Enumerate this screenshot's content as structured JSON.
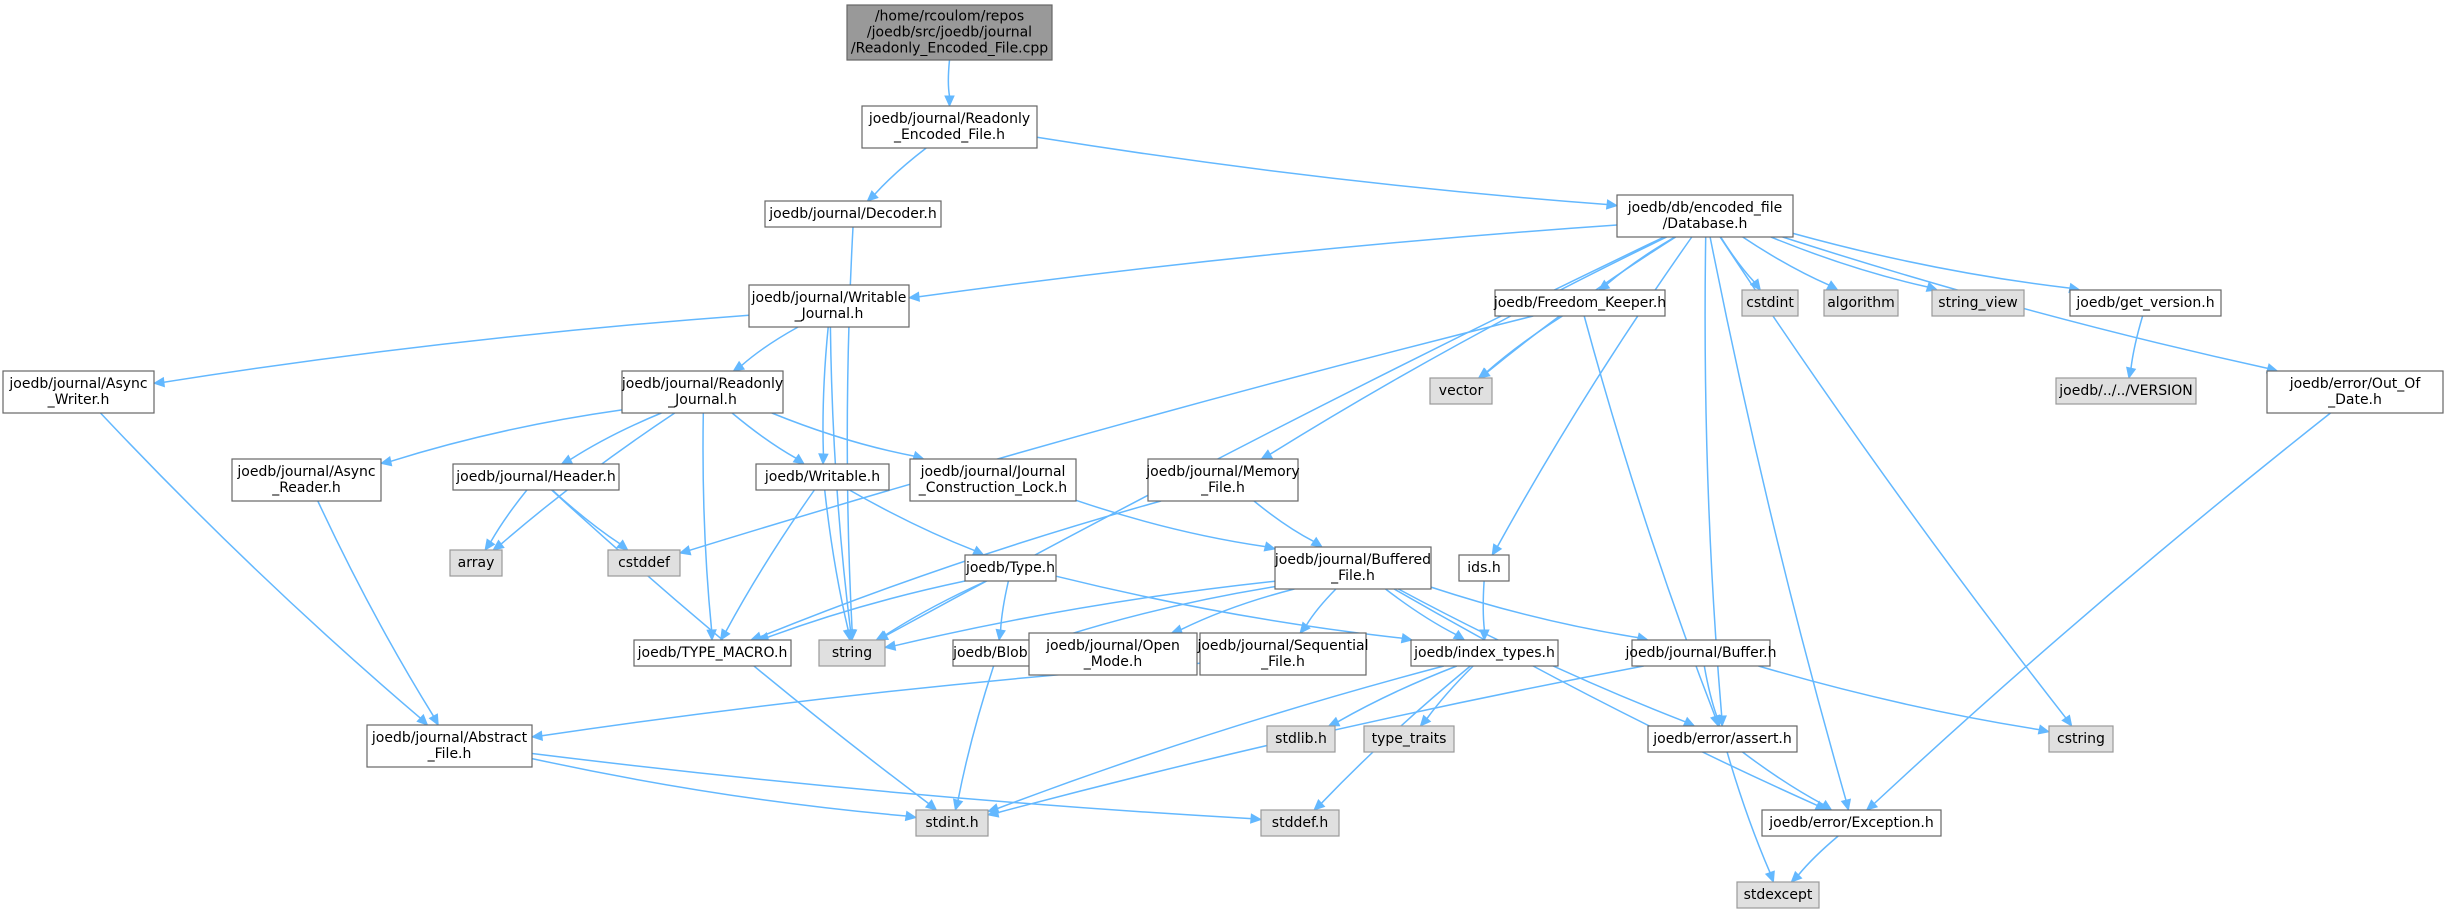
{
  "diagram": {
    "colors": {
      "edge": "#63b8ff",
      "root_fill": "#999999",
      "node_fill": "#ffffff",
      "system_fill": "#e0e0e0",
      "border": "#666666"
    },
    "nodes": [
      {
        "id": "root",
        "kind": "root",
        "lines": [
          "/home/rcoulom/repos",
          "/joedb/src/joedb/journal",
          "/Readonly_Encoded_File.cpp"
        ]
      },
      {
        "id": "roef_h",
        "kind": "local",
        "lines": [
          "joedb/journal/Readonly",
          "_Encoded_File.h"
        ]
      },
      {
        "id": "decoder",
        "kind": "local",
        "lines": [
          "joedb/journal/Decoder.h"
        ]
      },
      {
        "id": "encdb",
        "kind": "local",
        "lines": [
          "joedb/db/encoded_file",
          "/Database.h"
        ]
      },
      {
        "id": "wj",
        "kind": "local",
        "lines": [
          "joedb/journal/Writable",
          "_Journal.h"
        ]
      },
      {
        "id": "fk",
        "kind": "local",
        "lines": [
          "joedb/Freedom_Keeper.h"
        ]
      },
      {
        "id": "cstdint",
        "kind": "sys",
        "lines": [
          "cstdint"
        ]
      },
      {
        "id": "algorithm",
        "kind": "sys",
        "lines": [
          "algorithm"
        ]
      },
      {
        "id": "string_view",
        "kind": "sys",
        "lines": [
          "string_view"
        ]
      },
      {
        "id": "getver",
        "kind": "local",
        "lines": [
          "joedb/get_version.h"
        ]
      },
      {
        "id": "versionf",
        "kind": "sys",
        "lines": [
          "joedb/../../VERSION"
        ]
      },
      {
        "id": "aw",
        "kind": "local",
        "lines": [
          "joedb/journal/Async",
          "_Writer.h"
        ]
      },
      {
        "id": "rj",
        "kind": "local",
        "lines": [
          "joedb/journal/Readonly",
          "_Journal.h"
        ]
      },
      {
        "id": "vector",
        "kind": "sys",
        "lines": [
          "vector"
        ]
      },
      {
        "id": "ood",
        "kind": "local",
        "lines": [
          "joedb/error/Out_Of",
          "_Date.h"
        ]
      },
      {
        "id": "ar",
        "kind": "local",
        "lines": [
          "joedb/journal/Async",
          "_Reader.h"
        ]
      },
      {
        "id": "hdr",
        "kind": "local",
        "lines": [
          "joedb/journal/Header.h"
        ]
      },
      {
        "id": "wr",
        "kind": "local",
        "lines": [
          "joedb/Writable.h"
        ]
      },
      {
        "id": "jcl",
        "kind": "local",
        "lines": [
          "joedb/journal/Journal",
          "_Construction_Lock.h"
        ]
      },
      {
        "id": "mem",
        "kind": "local",
        "lines": [
          "joedb/journal/Memory",
          "_File.h"
        ]
      },
      {
        "id": "array",
        "kind": "sys",
        "lines": [
          "array"
        ]
      },
      {
        "id": "cstddef",
        "kind": "sys",
        "lines": [
          "cstddef"
        ]
      },
      {
        "id": "typeh",
        "kind": "local",
        "lines": [
          "joedb/Type.h"
        ]
      },
      {
        "id": "buf",
        "kind": "local",
        "lines": [
          "joedb/journal/Buffered",
          "_File.h"
        ]
      },
      {
        "id": "ids",
        "kind": "local",
        "lines": [
          "ids.h"
        ]
      },
      {
        "id": "tm",
        "kind": "local",
        "lines": [
          "joedb/TYPE_MACRO.h"
        ]
      },
      {
        "id": "string",
        "kind": "sys",
        "lines": [
          "string"
        ]
      },
      {
        "id": "blob",
        "kind": "local",
        "lines": [
          "joedb/Blob.h"
        ]
      },
      {
        "id": "open",
        "kind": "local",
        "lines": [
          "joedb/journal/Open",
          "_Mode.h"
        ]
      },
      {
        "id": "seq",
        "kind": "local",
        "lines": [
          "joedb/journal/Sequential",
          "_File.h"
        ]
      },
      {
        "id": "it",
        "kind": "local",
        "lines": [
          "joedb/index_types.h"
        ]
      },
      {
        "id": "bufh",
        "kind": "local",
        "lines": [
          "joedb/journal/Buffer.h"
        ]
      },
      {
        "id": "cstring",
        "kind": "sys",
        "lines": [
          "cstring"
        ]
      },
      {
        "id": "abs",
        "kind": "local",
        "lines": [
          "joedb/journal/Abstract",
          "_File.h"
        ]
      },
      {
        "id": "stdlib",
        "kind": "sys",
        "lines": [
          "stdlib.h"
        ]
      },
      {
        "id": "tt",
        "kind": "sys",
        "lines": [
          "type_traits"
        ]
      },
      {
        "id": "assert",
        "kind": "local",
        "lines": [
          "joedb/error/assert.h"
        ]
      },
      {
        "id": "stdint",
        "kind": "sys",
        "lines": [
          "stdint.h"
        ]
      },
      {
        "id": "stddef",
        "kind": "sys",
        "lines": [
          "stddef.h"
        ]
      },
      {
        "id": "exc",
        "kind": "local",
        "lines": [
          "joedb/error/Exception.h"
        ]
      },
      {
        "id": "stdexcept",
        "kind": "sys",
        "lines": [
          "stdexcept"
        ]
      }
    ],
    "edges": [
      [
        "root",
        "roef_h"
      ],
      [
        "roef_h",
        "decoder"
      ],
      [
        "roef_h",
        "encdb"
      ],
      [
        "decoder",
        "string"
      ],
      [
        "encdb",
        "wj"
      ],
      [
        "encdb",
        "fk"
      ],
      [
        "encdb",
        "cstdint"
      ],
      [
        "encdb",
        "algorithm"
      ],
      [
        "encdb",
        "string_view"
      ],
      [
        "encdb",
        "getver"
      ],
      [
        "encdb",
        "ood"
      ],
      [
        "encdb",
        "vector"
      ],
      [
        "encdb",
        "mem"
      ],
      [
        "encdb",
        "ids"
      ],
      [
        "encdb",
        "string"
      ],
      [
        "encdb",
        "assert"
      ],
      [
        "encdb",
        "cstring"
      ],
      [
        "encdb",
        "exc"
      ],
      [
        "getver",
        "versionf"
      ],
      [
        "wj",
        "aw"
      ],
      [
        "wj",
        "rj"
      ],
      [
        "wj",
        "wr"
      ],
      [
        "wj",
        "string"
      ],
      [
        "aw",
        "abs"
      ],
      [
        "rj",
        "ar"
      ],
      [
        "rj",
        "hdr"
      ],
      [
        "rj",
        "wr"
      ],
      [
        "rj",
        "jcl"
      ],
      [
        "rj",
        "array"
      ],
      [
        "rj",
        "tm"
      ],
      [
        "fk",
        "vector"
      ],
      [
        "fk",
        "cstddef"
      ],
      [
        "fk",
        "assert"
      ],
      [
        "ood",
        "exc"
      ],
      [
        "ar",
        "abs"
      ],
      [
        "hdr",
        "array"
      ],
      [
        "hdr",
        "cstddef"
      ],
      [
        "hdr",
        "stdint"
      ],
      [
        "wr",
        "typeh"
      ],
      [
        "wr",
        "tm"
      ],
      [
        "wr",
        "string"
      ],
      [
        "jcl",
        "buf"
      ],
      [
        "mem",
        "buf"
      ],
      [
        "mem",
        "tm"
      ],
      [
        "typeh",
        "blob"
      ],
      [
        "typeh",
        "it"
      ],
      [
        "typeh",
        "tm"
      ],
      [
        "typeh",
        "string"
      ],
      [
        "buf",
        "string"
      ],
      [
        "buf",
        "blob"
      ],
      [
        "buf",
        "open"
      ],
      [
        "buf",
        "seq"
      ],
      [
        "buf",
        "it"
      ],
      [
        "buf",
        "bufh"
      ],
      [
        "buf",
        "assert"
      ],
      [
        "buf",
        "exc"
      ],
      [
        "ids",
        "it"
      ],
      [
        "blob",
        "stdint"
      ],
      [
        "seq",
        "abs"
      ],
      [
        "it",
        "stdint"
      ],
      [
        "it",
        "stdlib"
      ],
      [
        "it",
        "tt"
      ],
      [
        "it",
        "stddef"
      ],
      [
        "bufh",
        "assert"
      ],
      [
        "bufh",
        "stdint"
      ],
      [
        "bufh",
        "cstring"
      ],
      [
        "abs",
        "stdint"
      ],
      [
        "abs",
        "stddef"
      ],
      [
        "assert",
        "exc"
      ],
      [
        "assert",
        "stdexcept"
      ],
      [
        "exc",
        "stdexcept"
      ]
    ]
  }
}
